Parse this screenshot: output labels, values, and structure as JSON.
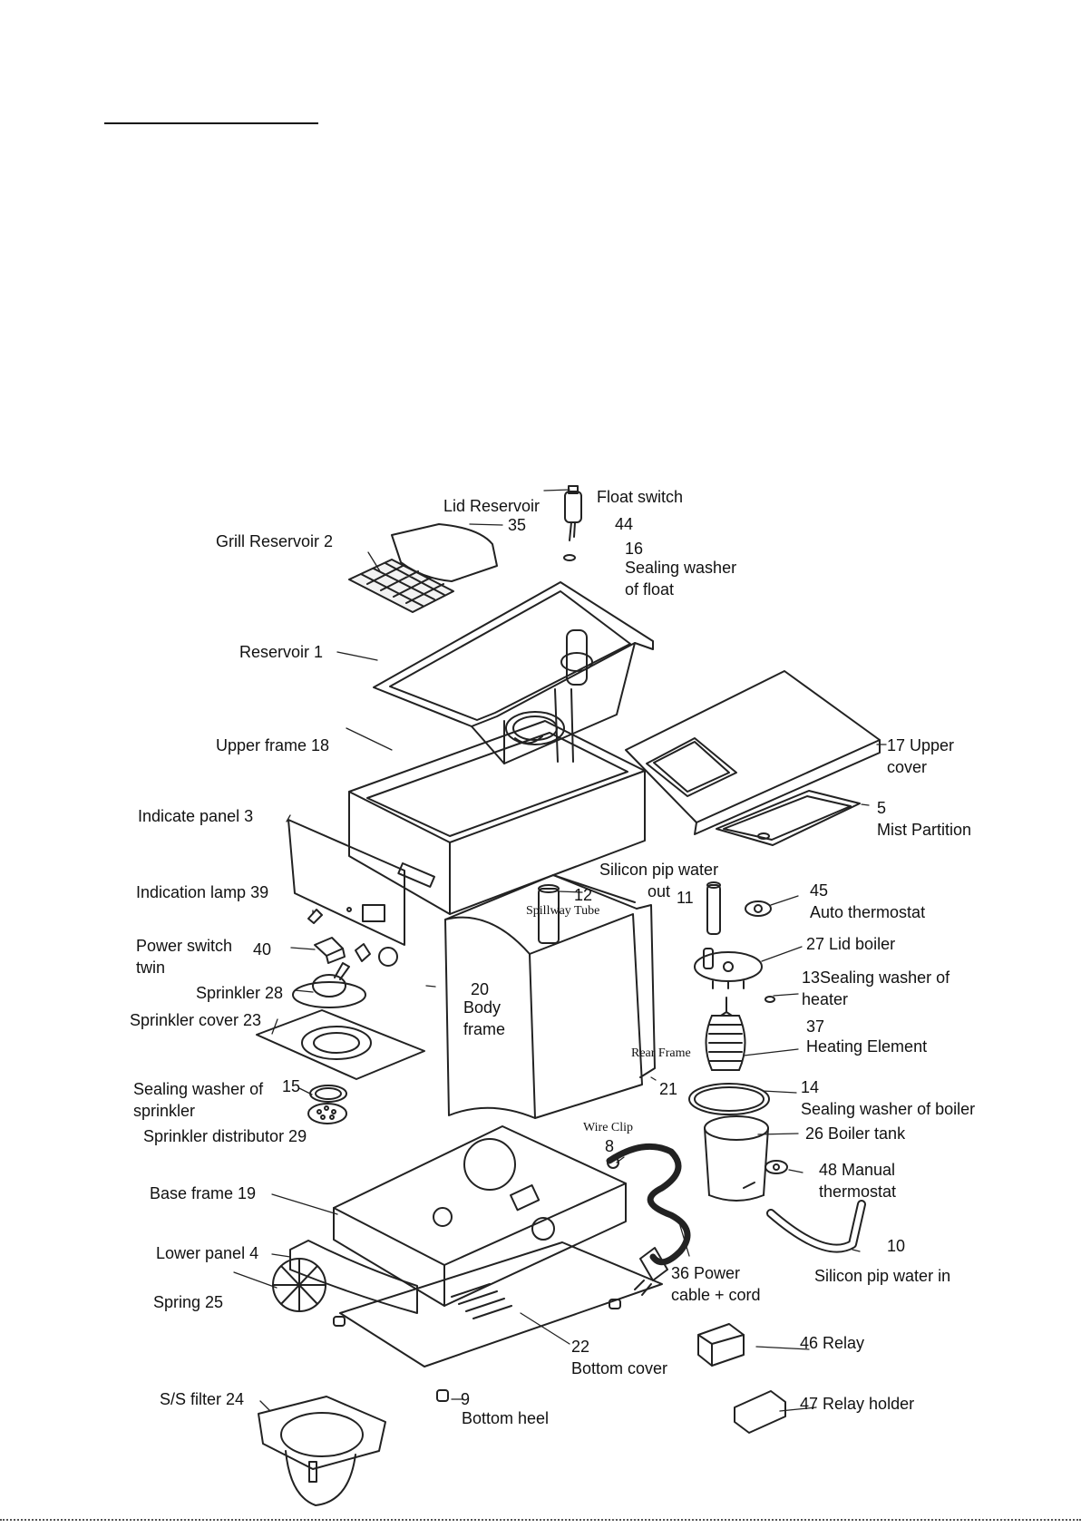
{
  "labels": {
    "float_switch": "Float switch",
    "lid_reservoir": "Lid Reservoir",
    "n35": "35",
    "n44": "44",
    "n16": "16",
    "sealing_float": "Sealing washer\nof float",
    "grill_reservoir": "Grill Reservoir 2",
    "reservoir": "Reservoir 1",
    "upper_frame": "Upper frame 18",
    "upper_cover": "17 Upper\ncover",
    "n5": "5",
    "mist_partition": "Mist Partition",
    "indicate_panel": "Indicate panel 3",
    "silicon_out": "Silicon pip water\nout",
    "n11": "11",
    "n12": "12",
    "spillway_tube": "Spillway Tube",
    "n45": "45",
    "auto_thermostat": "Auto thermostat",
    "indication_lamp": "Indication lamp 39",
    "power_switch": "Power switch\ntwin",
    "n40": "40",
    "lid_boiler": "27 Lid boiler",
    "sealing_heater": "13Sealing washer of\nheater",
    "sprinkler": "Sprinkler 28",
    "n20": "20",
    "body_frame": "Body\nframe",
    "heating_n37": "37",
    "heating_element": "Heating Element",
    "sprinkler_cover": "Sprinkler cover 23",
    "rear_frame": "Rear Frame",
    "n21": "21",
    "sealing_sprinkler": "Sealing washer of\nsprinkler",
    "n15": "15",
    "n14": "14",
    "sealing_boiler": "Sealing washer of boiler",
    "sprinkler_distributor": "Sprinkler distributor 29",
    "wire_clip": "Wire Clip",
    "n8": "8",
    "boiler_tank": "26 Boiler tank",
    "manual_thermostat": "48 Manual\nthermostat",
    "base_frame": "Base frame 19",
    "n10": "10",
    "silicon_in": "Silicon pip water in",
    "lower_panel": "Lower panel 4",
    "power_cable": "36 Power\ncable + cord",
    "spring": "Spring 25",
    "n22": "22",
    "bottom_cover": "Bottom cover",
    "relay": "46 Relay",
    "filter": "S/S filter 24",
    "n9": "9",
    "bottom_heel": "Bottom heel",
    "relay_holder": "47 Relay holder"
  }
}
